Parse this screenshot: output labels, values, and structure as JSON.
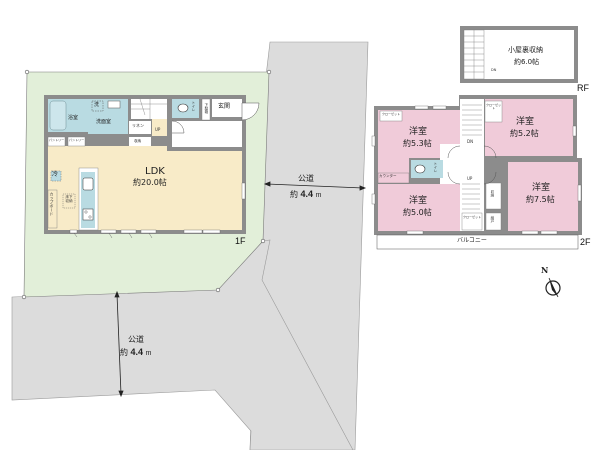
{
  "colors": {
    "site_green": "#e2efd9",
    "road_gray": "#dcdcdc",
    "wall_gray": "#8c8c8c",
    "ldk_beige": "#f8ebc8",
    "wet_blue": "#b9dbe2",
    "room_pink": "#f0cbd9",
    "white": "#ffffff"
  },
  "first_floor": {
    "floor_label": "1F",
    "ldk": {
      "name": "LDK",
      "size": "約20.0帖"
    },
    "bathroom": {
      "name": "浴室"
    },
    "washroom": {
      "name": "洗面室",
      "washer_mark": "洗"
    },
    "linen": {
      "name": "リネン"
    },
    "storage_small": {
      "name": "収納"
    },
    "toilet": {
      "name": "トイレ"
    },
    "shoe_storage": {
      "name": "下駄箱"
    },
    "entrance": {
      "name": "玄関"
    },
    "stairs_up": "UP",
    "pantry_left": "パントリー",
    "pantry_right": "パントリー",
    "fridge": "冷",
    "cupboard": "カップボード",
    "underfloor_storage": "床下収納"
  },
  "second_floor": {
    "floor_label": "2F",
    "rooms": [
      {
        "id": "nw",
        "name": "洋室",
        "size": "約5.3帖",
        "closet": "クローゼット"
      },
      {
        "id": "ne",
        "name": "洋室",
        "size": "約5.2帖",
        "closet": "クローゼット"
      },
      {
        "id": "sw",
        "name": "洋室",
        "size": "約5.0帖",
        "closet": "クローゼット"
      },
      {
        "id": "se",
        "name": "洋室",
        "size": "約7.5帖"
      }
    ],
    "counter": "カウンター",
    "toilet": "トイレ",
    "stairs_down": "DN",
    "stairs_up": "UP",
    "storage_a": "収納",
    "storage_b": "納戸",
    "balcony": "バルコニー"
  },
  "roof_floor": {
    "floor_label": "RF",
    "attic": {
      "name": "小屋裏収納",
      "size": "約6.0帖"
    },
    "stairs_down": "DN"
  },
  "roads": {
    "east": {
      "name": "公道",
      "prefix": "約",
      "width": "4.4",
      "unit": "m"
    },
    "south": {
      "name": "公道",
      "prefix": "約",
      "width": "4.4",
      "unit": "m"
    }
  },
  "compass": {
    "label": "N"
  }
}
